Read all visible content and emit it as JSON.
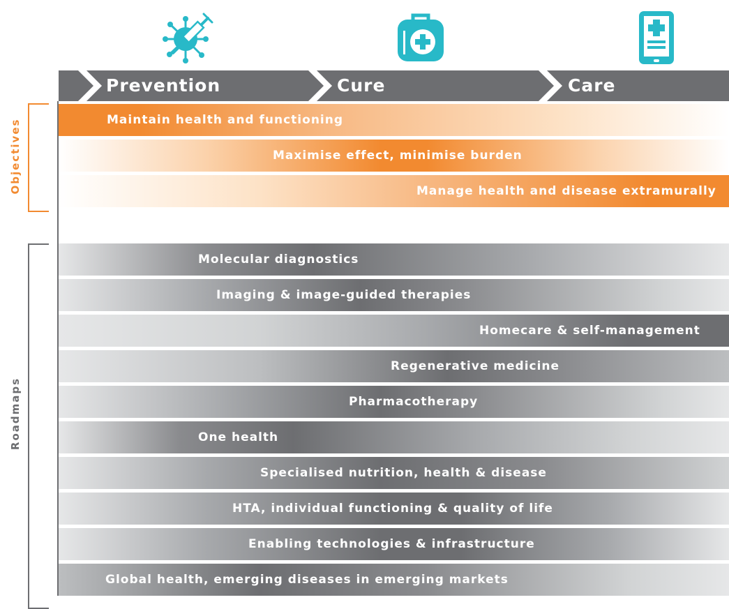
{
  "stages": [
    {
      "key": "prevention",
      "label": "Prevention",
      "icon": "virus-syringe-icon"
    },
    {
      "key": "cure",
      "label": "Cure",
      "icon": "medical-bag-icon"
    },
    {
      "key": "care",
      "label": "Care",
      "icon": "mobile-health-icon"
    }
  ],
  "side_labels": {
    "objectives": "Objectives",
    "roadmaps": "Roadmaps"
  },
  "objectives": [
    "Maintain health and functioning",
    "Maximise effect, minimise burden",
    "Manage health and disease extramurally"
  ],
  "roadmaps": [
    "Molecular diagnostics",
    "Imaging & image-guided therapies",
    "Homecare & self-management",
    "Regenerative medicine",
    "Pharmacotherapy",
    "One health",
    "Specialised nutrition, health & disease",
    "HTA, individual functioning & quality of life",
    "Enabling technologies & infrastructure",
    "Global health, emerging diseases in emerging markets"
  ],
  "colors": {
    "orange": "#f28a30",
    "gray": "#6d6e71",
    "teal": "#28b9c8"
  }
}
